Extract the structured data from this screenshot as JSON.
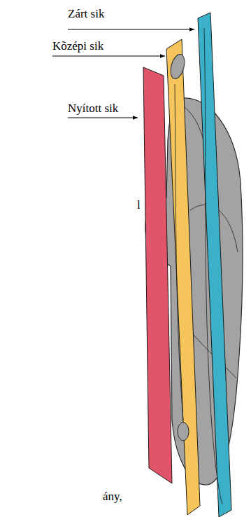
{
  "diagram": {
    "labels": [
      "Zárt sik",
      "Kõzépi sik",
      "Nyított sik",
      "l",
      "ány,"
    ]
  }
}
